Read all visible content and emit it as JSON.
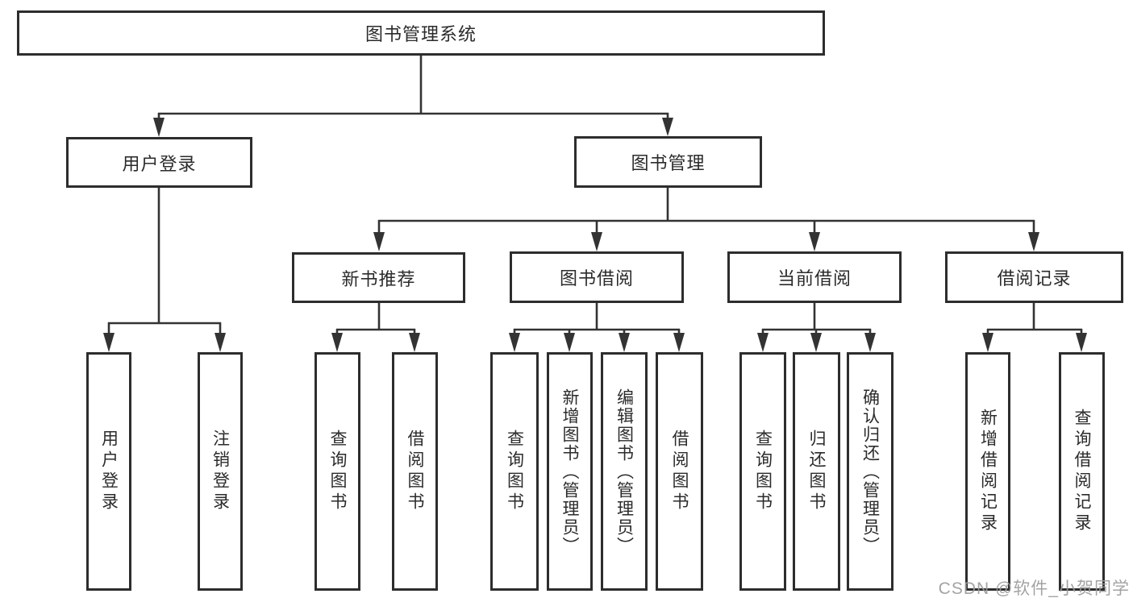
{
  "nodes": {
    "root": {
      "label": "图书管理系统"
    },
    "user_login": {
      "label": "用户登录"
    },
    "book_mgmt": {
      "label": "图书管理"
    },
    "new_book_rec": {
      "label": "新书推荐"
    },
    "book_borrow": {
      "label": "图书借阅"
    },
    "current_borrow": {
      "label": "当前借阅"
    },
    "borrow_record": {
      "label": "借阅记录"
    },
    "leaf_user_login": {
      "label": "用户登录"
    },
    "leaf_logout": {
      "label": "注销登录"
    },
    "leaf_rec_query": {
      "label": "查询图书"
    },
    "leaf_rec_borrow": {
      "label": "借阅图书"
    },
    "leaf_bb_query": {
      "label": "查询图书"
    },
    "leaf_bb_add": {
      "label": "新增图书（管理员）"
    },
    "leaf_bb_edit": {
      "label": "编辑图书（管理员）"
    },
    "leaf_bb_borrow": {
      "label": "借阅图书"
    },
    "leaf_cb_query": {
      "label": "查询图书"
    },
    "leaf_cb_return": {
      "label": "归还图书"
    },
    "leaf_cb_confirm": {
      "label": "确认归还（管理员）"
    },
    "leaf_br_add": {
      "label": "新增借阅记录"
    },
    "leaf_br_query": {
      "label": "查询借阅记录"
    }
  },
  "watermark": {
    "text": "CSDN @软件_小贺同学"
  },
  "colors": {
    "line": "#333333",
    "border": "#2d2d2d",
    "text": "#2b2b2b",
    "watermark": "#9c9c9c",
    "background": "#ffffff"
  }
}
